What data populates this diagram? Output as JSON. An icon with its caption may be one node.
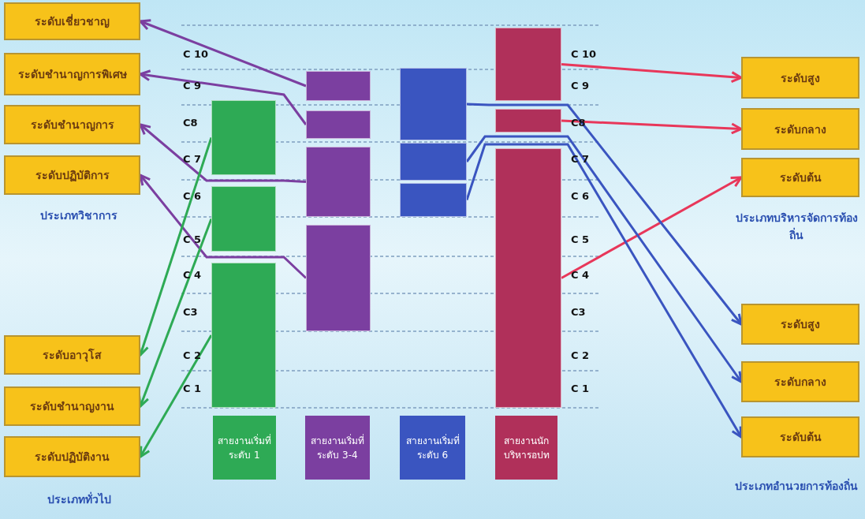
{
  "diagram": {
    "nodes": [
      {
        "text": [
          "ระดับเชี่ยวชาญ"
        ]
      },
      {
        "text": [
          "ระดับชำนาญการพิเศษ"
        ]
      },
      {
        "text": [
          "ระดับชำนาญการ"
        ]
      },
      {
        "text": [
          "ระดับปฏิบัติการ"
        ]
      },
      {
        "text": [
          "ระดับอาวุโส"
        ]
      },
      {
        "text": [
          "ระดับชำนาญงาน"
        ]
      },
      {
        "text": [
          "ระดับปฏิบัติงาน"
        ]
      },
      {
        "text": [
          "ระดับสูง"
        ]
      },
      {
        "text": [
          "ระดับกลาง"
        ]
      },
      {
        "text": [
          "ระดับต้น"
        ]
      },
      {
        "text": [
          "ระดับสูง"
        ]
      },
      {
        "text": [
          "ระดับกลาง"
        ]
      },
      {
        "text": [
          "ระดับต้น"
        ]
      },
      {
        "text": [],
        "shape": "bar"
      },
      {
        "text": [],
        "shape": "bar"
      },
      {
        "text": [],
        "shape": "bar"
      },
      {
        "text": [],
        "shape": "bar"
      },
      {
        "text": [],
        "shape": "bar"
      },
      {
        "text": [],
        "shape": "bar"
      },
      {
        "text": [],
        "shape": "bar"
      },
      {
        "text": [],
        "shape": "bar"
      },
      {
        "text": [],
        "shape": "bar"
      },
      {
        "text": [],
        "shape": "bar"
      },
      {
        "text": [],
        "shape": "bar"
      },
      {
        "text": [],
        "shape": "bar"
      },
      {
        "text": [],
        "shape": "bar"
      },
      {
        "text": [
          "สายงานเริ่มที่ระดับ 1"
        ]
      },
      {
        "text": [
          "สายงานเริ่มที่ระดับ 3-4"
        ]
      },
      {
        "text": [
          "สายงานเริ่มที่ระดับ 6"
        ]
      },
      {
        "text": [
          "สายงานนักบริหารอปท"
        ]
      }
    ],
    "edges": [
      {
        "from": 16,
        "to": 0,
        "arrow": "to",
        "color": "#7b3fa0"
      },
      {
        "from": 17,
        "to": 1,
        "arrow": "to",
        "color": "#7b3fa0"
      },
      {
        "from": 18,
        "to": 2,
        "arrow": "to",
        "color": "#7b3fa0"
      },
      {
        "from": 19,
        "to": 3,
        "arrow": "to",
        "color": "#7b3fa0"
      },
      {
        "from": 13,
        "to": 4,
        "arrow": "to",
        "color": "#2eaa55"
      },
      {
        "from": 14,
        "to": 5,
        "arrow": "to",
        "color": "#2eaa55"
      },
      {
        "from": 15,
        "to": 6,
        "arrow": "to",
        "color": "#2eaa55"
      },
      {
        "from": 23,
        "to": 7,
        "arrow": "to",
        "color": "#e8375a"
      },
      {
        "from": 24,
        "to": 8,
        "arrow": "to",
        "color": "#e8375a"
      },
      {
        "from": 25,
        "to": 9,
        "arrow": "to",
        "color": "#e8375a"
      },
      {
        "from": 20,
        "to": 10,
        "arrow": "to",
        "color": "#3a55c0"
      },
      {
        "from": 21,
        "to": 11,
        "arrow": "to",
        "color": "#3a55c0"
      },
      {
        "from": 22,
        "to": 12,
        "arrow": "to",
        "color": "#3a55c0"
      }
    ],
    "labels": [
      "C 10",
      "C 10",
      "C 9",
      "C 9",
      "C8",
      "C8",
      "C 7",
      "C 7",
      "C 6",
      "C 6",
      "C 5",
      "C 5",
      "C 4",
      "C 4",
      "C3",
      "C3",
      "C 2",
      "C 2",
      "C 1",
      "C 1",
      "ประเภทวิชาการ",
      "ประเภทบริหารจัดการท้องถิ่น",
      "ประเภททั่วไป",
      "ประเภทอำนวยการท้องถิ่น"
    ]
  }
}
